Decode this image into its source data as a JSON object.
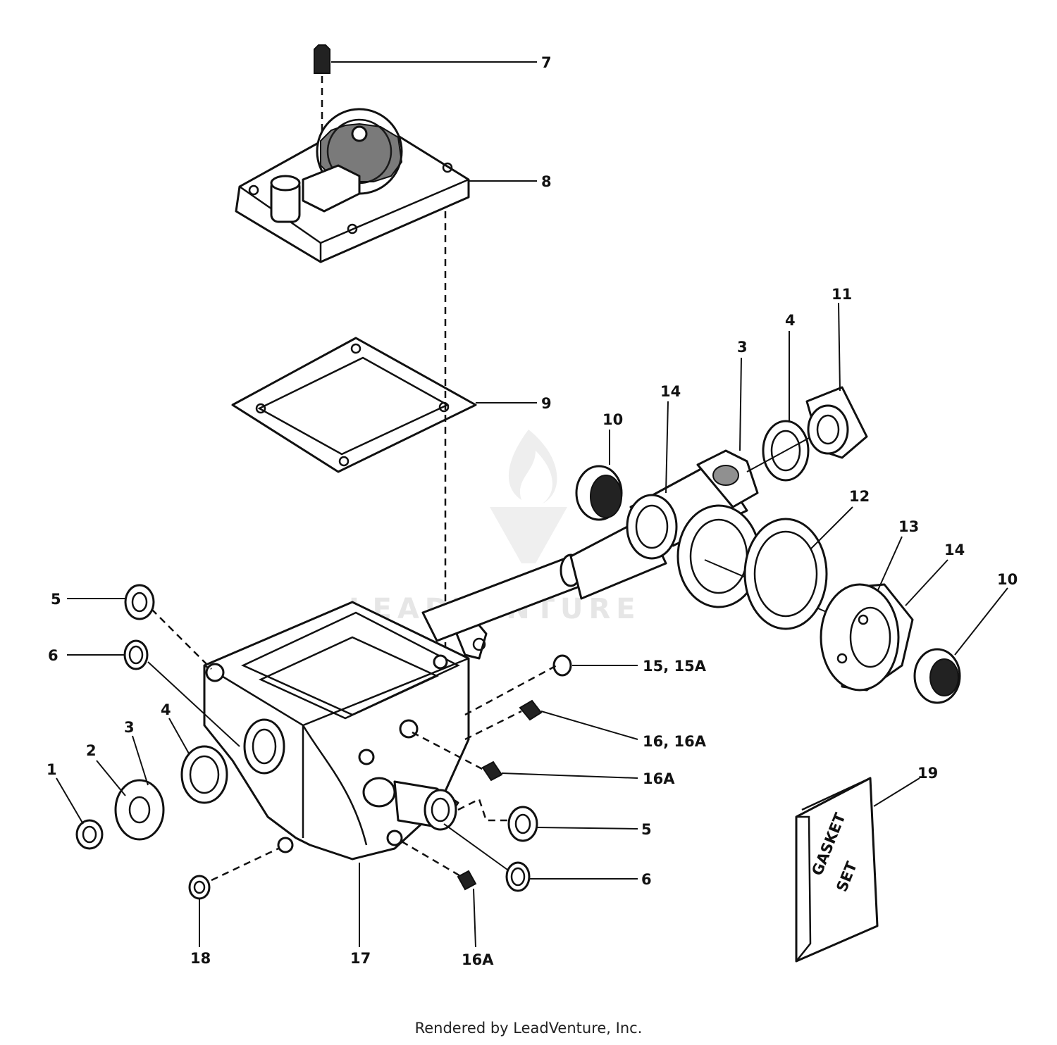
{
  "diagram": {
    "labels": {
      "l7": "7",
      "l8": "8",
      "l9": "9",
      "l10a": "10",
      "l14a": "14",
      "l3a": "3",
      "l4a": "4",
      "l11": "11",
      "l12": "12",
      "l13": "13",
      "l14b": "14",
      "l10b": "10",
      "l5a": "5",
      "l6a": "6",
      "l15": "15, 15A",
      "l16a": "16, 16A",
      "l16b": "16A",
      "l5b": "5",
      "l6b": "6",
      "l1": "1",
      "l2": "2",
      "l3b": "3",
      "l4b": "4",
      "l18": "18",
      "l17": "17",
      "l16c": "16A",
      "l19": "19"
    },
    "gasket_pack_text": {
      "line1": "GASKET",
      "line2": "SET"
    },
    "watermark": "LEADVENTURE"
  },
  "footer": {
    "text": "Rendered by LeadVenture, Inc."
  }
}
